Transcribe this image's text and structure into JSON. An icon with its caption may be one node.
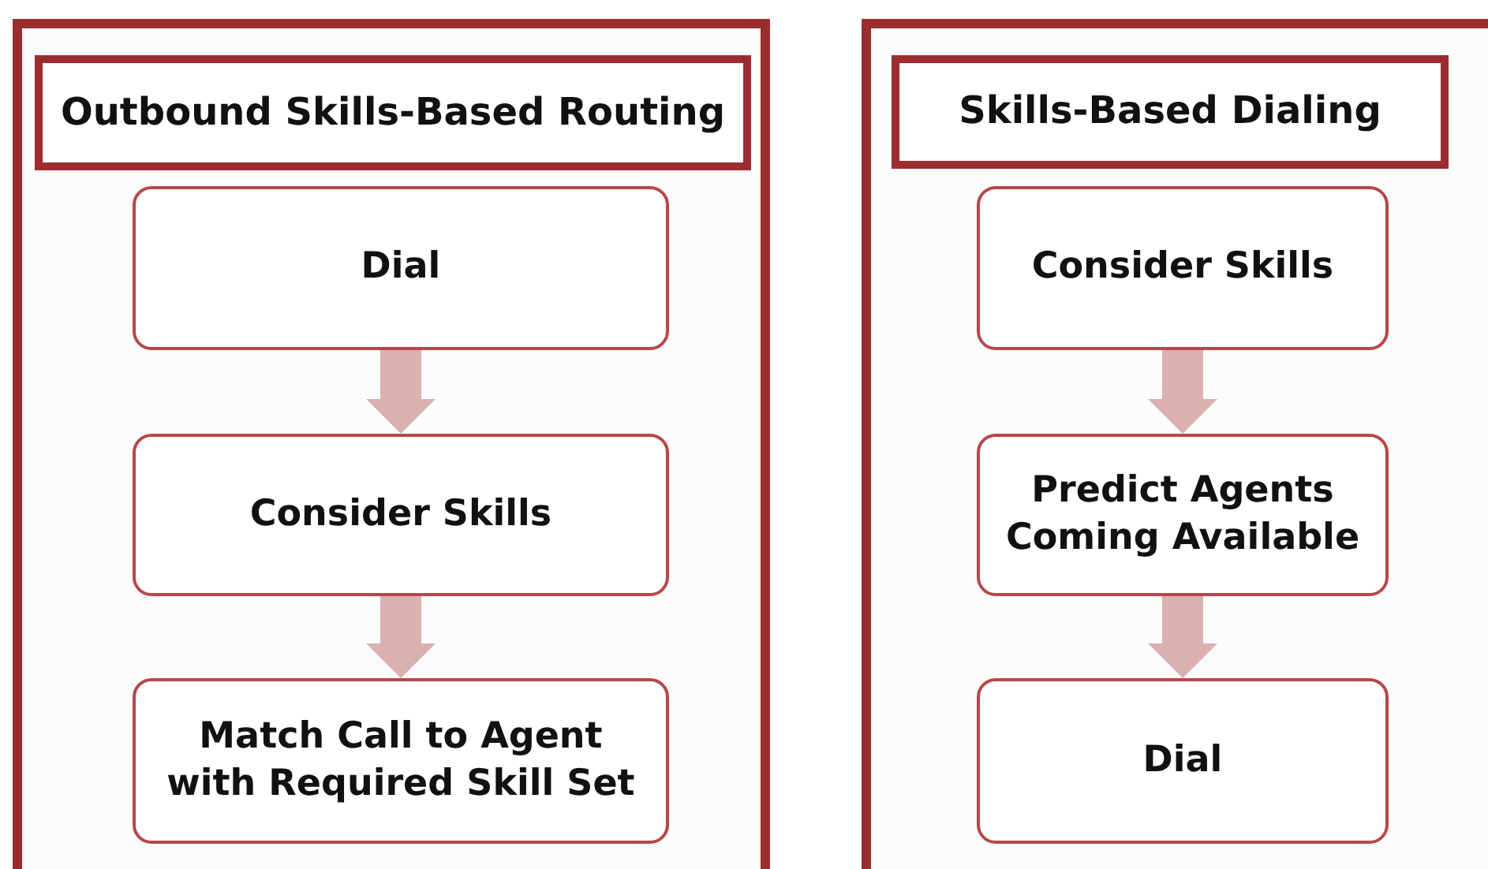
{
  "diagram": {
    "nodes": [
      {
        "text": [],
        "shape": "box"
      },
      {
        "text": [
          "Outbound Skills-Based Routing"
        ],
        "in": 0
      },
      {
        "text": [
          "Dial"
        ],
        "in": 0
      },
      {
        "text": [
          "Consider Skills"
        ],
        "in": 0
      },
      {
        "text": [
          "Match Call to Agent with Required Skill Set"
        ],
        "in": 0
      },
      {
        "text": [],
        "shape": "box"
      },
      {
        "text": [
          "Skills-Based Dialing"
        ],
        "in": 5
      },
      {
        "text": [
          "Consider Skills"
        ],
        "in": 5
      },
      {
        "text": [
          "Predict Agents Coming Available"
        ],
        "in": 5
      },
      {
        "text": [
          "Dial"
        ],
        "in": 5
      }
    ],
    "edges": [
      {
        "from": 2,
        "to": 3,
        "arrow": "to"
      },
      {
        "from": 3,
        "to": 4,
        "arrow": "to"
      },
      {
        "from": 7,
        "to": 8,
        "arrow": "to"
      },
      {
        "from": 8,
        "to": 9,
        "arrow": "to"
      }
    ]
  }
}
